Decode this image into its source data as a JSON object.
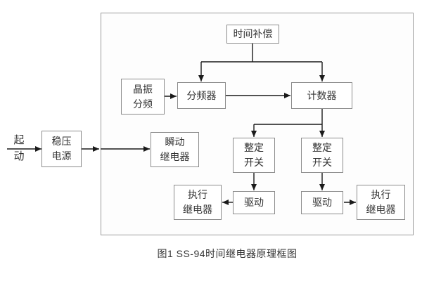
{
  "diagram": {
    "caption": "图1 SS-94时间继电器原理框图",
    "external": {
      "start_label": "起\n动",
      "power_supply": "稳压\n电源"
    },
    "nodes": {
      "time_compensation": "时间补偿",
      "crystal_divider": "晶振\n分频",
      "frequency_divider": "分频器",
      "counter": "计数器",
      "instant_relay": "瞬动\n继电器",
      "setting_switch_left": "整定\n开关",
      "setting_switch_right": "整定\n开关",
      "drive_left": "驱动",
      "drive_right": "驱动",
      "exec_relay_left": "执行\n继电器",
      "exec_relay_right": "执行\n继电器"
    },
    "colors": {
      "box_border": "#8c8c8c",
      "frame_border": "#9a9a9a",
      "line": "#1a1a1a",
      "text": "#333333",
      "background": "#ffffff"
    }
  }
}
